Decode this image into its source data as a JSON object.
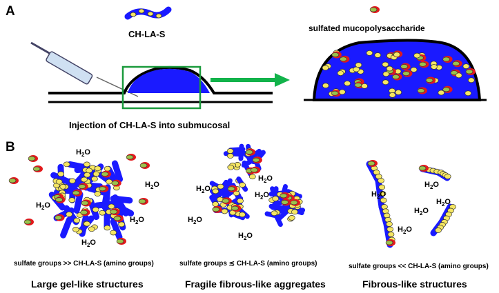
{
  "panel_a": {
    "letter": "A",
    "legend_ch": "CH-LA-S",
    "legend_sulfated": "sulfated mucopolysaccharide",
    "caption": "Injection of CH-LA-S into submucosal"
  },
  "panel_b": {
    "letter": "B",
    "h2o_main": "H",
    "h2o_sub": "2",
    "h2o_end": "O",
    "conditions": [
      "sulfate groups >> CH-LA-S (amino groups)",
      "sulfate groups ≲ CH-LA-S (amino groups)",
      "sulfate groups << CH-LA-S (amino groups)"
    ],
    "outcomes": [
      "Large gel-like structures",
      "Fragile fibrous-like aggregates",
      "Fibrous-like structures"
    ]
  },
  "colors": {
    "polymer": "#1a1aff",
    "sulfate_red": "#e31a1c",
    "sulfate_green": "#9bc24c",
    "ring_yellow": "#f5e663",
    "arrow_green": "#12b34b",
    "frame_green": "#1a9a3c"
  }
}
